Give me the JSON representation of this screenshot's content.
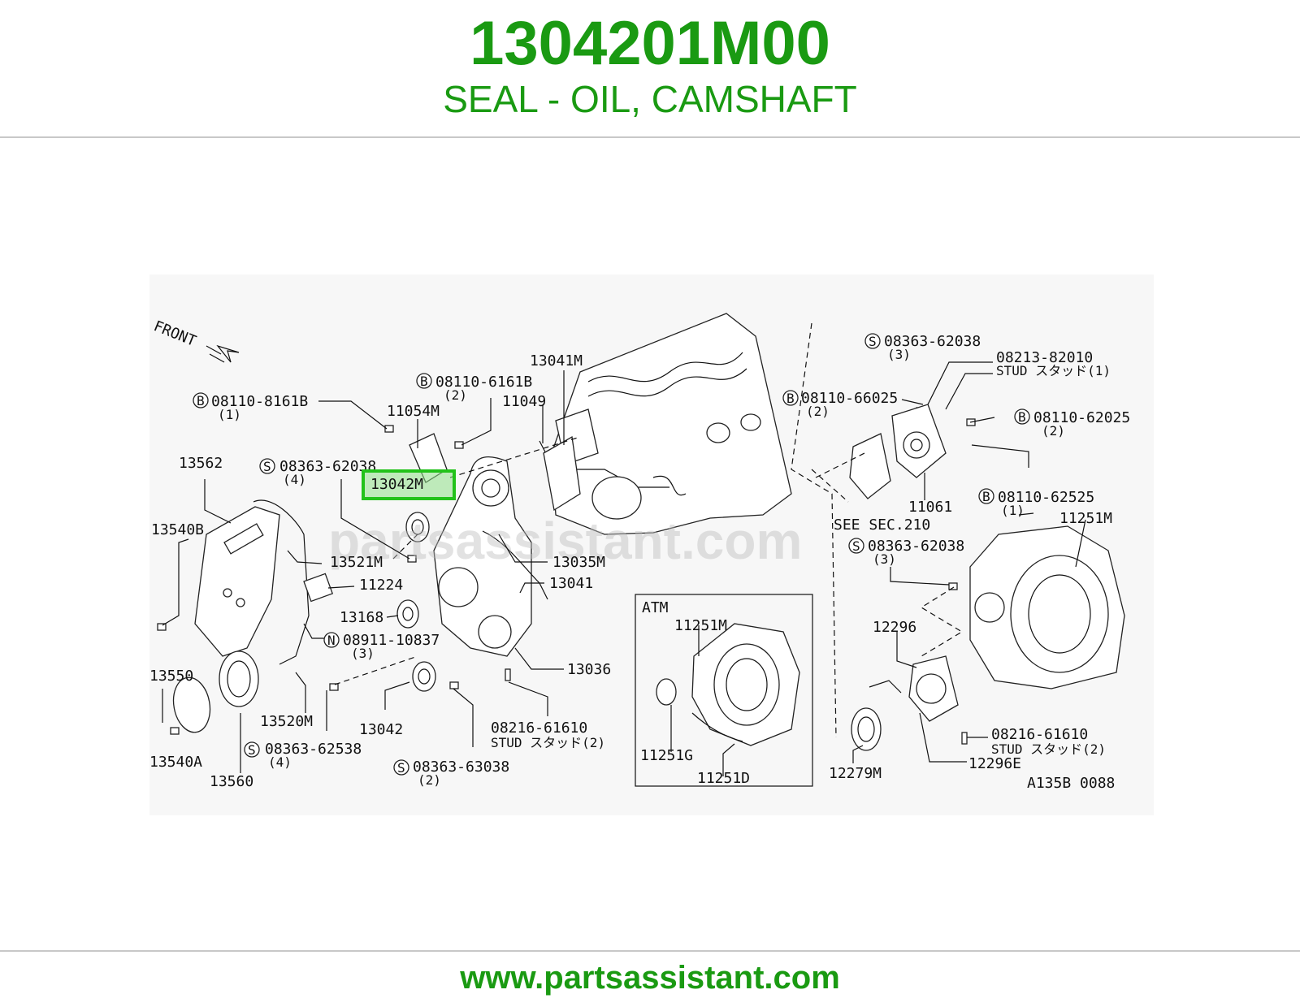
{
  "header": {
    "part_number": "1304201M00",
    "part_name": "SEAL - OIL, CAMSHAFT"
  },
  "footer": {
    "url": "www.partsassistant.com"
  },
  "colors": {
    "brand_green": "#1a9a12",
    "highlight_green": "#22c21a"
  },
  "diagram": {
    "watermark": "partsassistant.com",
    "front_label": "FRONT",
    "ref_code": "A135B 0088",
    "atm_label": "ATM",
    "highlighted_callout": "13042M",
    "callouts": {
      "c_08110_8161B": "08110-8161B",
      "c_08110_8161B_qty": "(1)",
      "c_08110_6161B": "08110-6161B",
      "c_08110_6161B_qty": "(2)",
      "c_11054M": "11054M",
      "c_13041M_top": "13041M",
      "c_11049": "11049",
      "c_13562": "13562",
      "c_08363_62038_a": "08363-62038",
      "c_08363_62038_a_qty": "(4)",
      "c_13540B": "13540B",
      "c_13521M": "13521M",
      "c_11224": "11224",
      "c_13035M": "13035M",
      "c_13041": "13041",
      "c_13168": "13168",
      "c_08911_10837": "08911-10837",
      "c_08911_10837_qty": "(3)",
      "c_13036": "13036",
      "c_13550": "13550",
      "c_13520M": "13520M",
      "c_13042": "13042",
      "c_08216_61610_a": "08216-61610",
      "c_stud_a": "STUD スタッド(2)",
      "c_08363_62538": "08363-62538",
      "c_08363_62538_qty": "(4)",
      "c_13540A": "13540A",
      "c_13560": "13560",
      "c_08363_63038": "08363-63038",
      "c_08363_63038_qty": "(2)",
      "c_08363_62038_b": "08363-62038",
      "c_08363_62038_b_qty": "(3)",
      "c_08213_82010": "08213-82010",
      "c_stud_b": "STUD スタッド(1)",
      "c_08110_66025": "08110-66025",
      "c_08110_66025_qty": "(2)",
      "c_08110_62025": "08110-62025",
      "c_08110_62025_qty": "(2)",
      "c_11061": "11061",
      "c_08110_62525": "08110-62525",
      "c_08110_62525_qty": "(1)",
      "c_see_sec": "SEE SEC.210",
      "c_11251M_right": "11251M",
      "c_08363_62038_c": "08363-62038",
      "c_08363_62038_c_qty": "(3)",
      "c_11251M_atm": "11251M",
      "c_11251G": "11251G",
      "c_11251D": "11251D",
      "c_12296": "12296",
      "c_08216_61610_b": "08216-61610",
      "c_stud_c": "STUD スタッド(2)",
      "c_12279M": "12279M",
      "c_12296E": "12296E"
    },
    "prefix_marks": {
      "b": "B",
      "s": "S",
      "n": "N"
    }
  }
}
